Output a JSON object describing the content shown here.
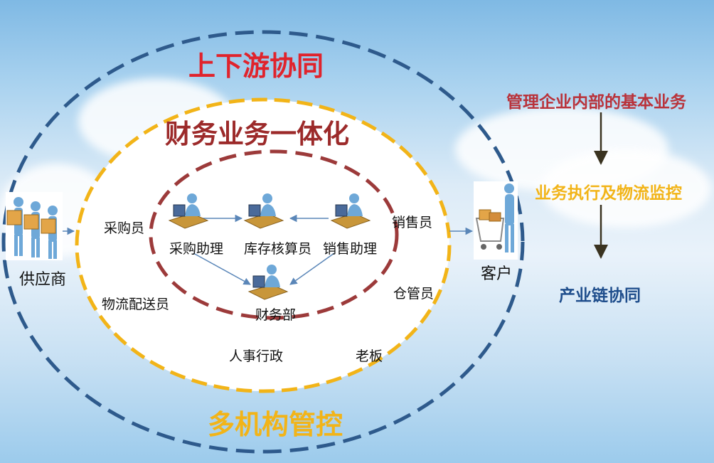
{
  "titles": {
    "outer": "上下游协同",
    "middle": "财务业务一体化",
    "bottom": "多机构管控"
  },
  "roles": {
    "purchasing_assistant": "采购助理",
    "inventory_accountant": "库存核算员",
    "sales_assistant": "销售助理",
    "finance_dept": "财务部",
    "purchaser": "采购员",
    "logistics": "物流配送员",
    "hr_admin": "人事行政",
    "boss": "老板",
    "salesperson": "销售员",
    "warehouse": "仓管员",
    "supplier": "供应商",
    "customer": "客户"
  },
  "flow": {
    "step1": "管理企业内部的基本业务",
    "step2": "业务执行及物流监控",
    "step3": "产业链协同"
  },
  "colors": {
    "outer_ring": "#2e5a8c",
    "middle_ring": "#f2b418",
    "inner_ring": "#9c3a3a",
    "outer_title": "#e0232c",
    "middle_title": "#9c2a2a",
    "bottom_title": "#f2b418",
    "step1": "#b9323a",
    "step2": "#f2b418",
    "step3": "#1f4e8c"
  },
  "icons": {
    "workstation": "person-at-computer-icon",
    "supplier": "boxes-carrier-icon",
    "customer": "shopping-cart-icon"
  }
}
